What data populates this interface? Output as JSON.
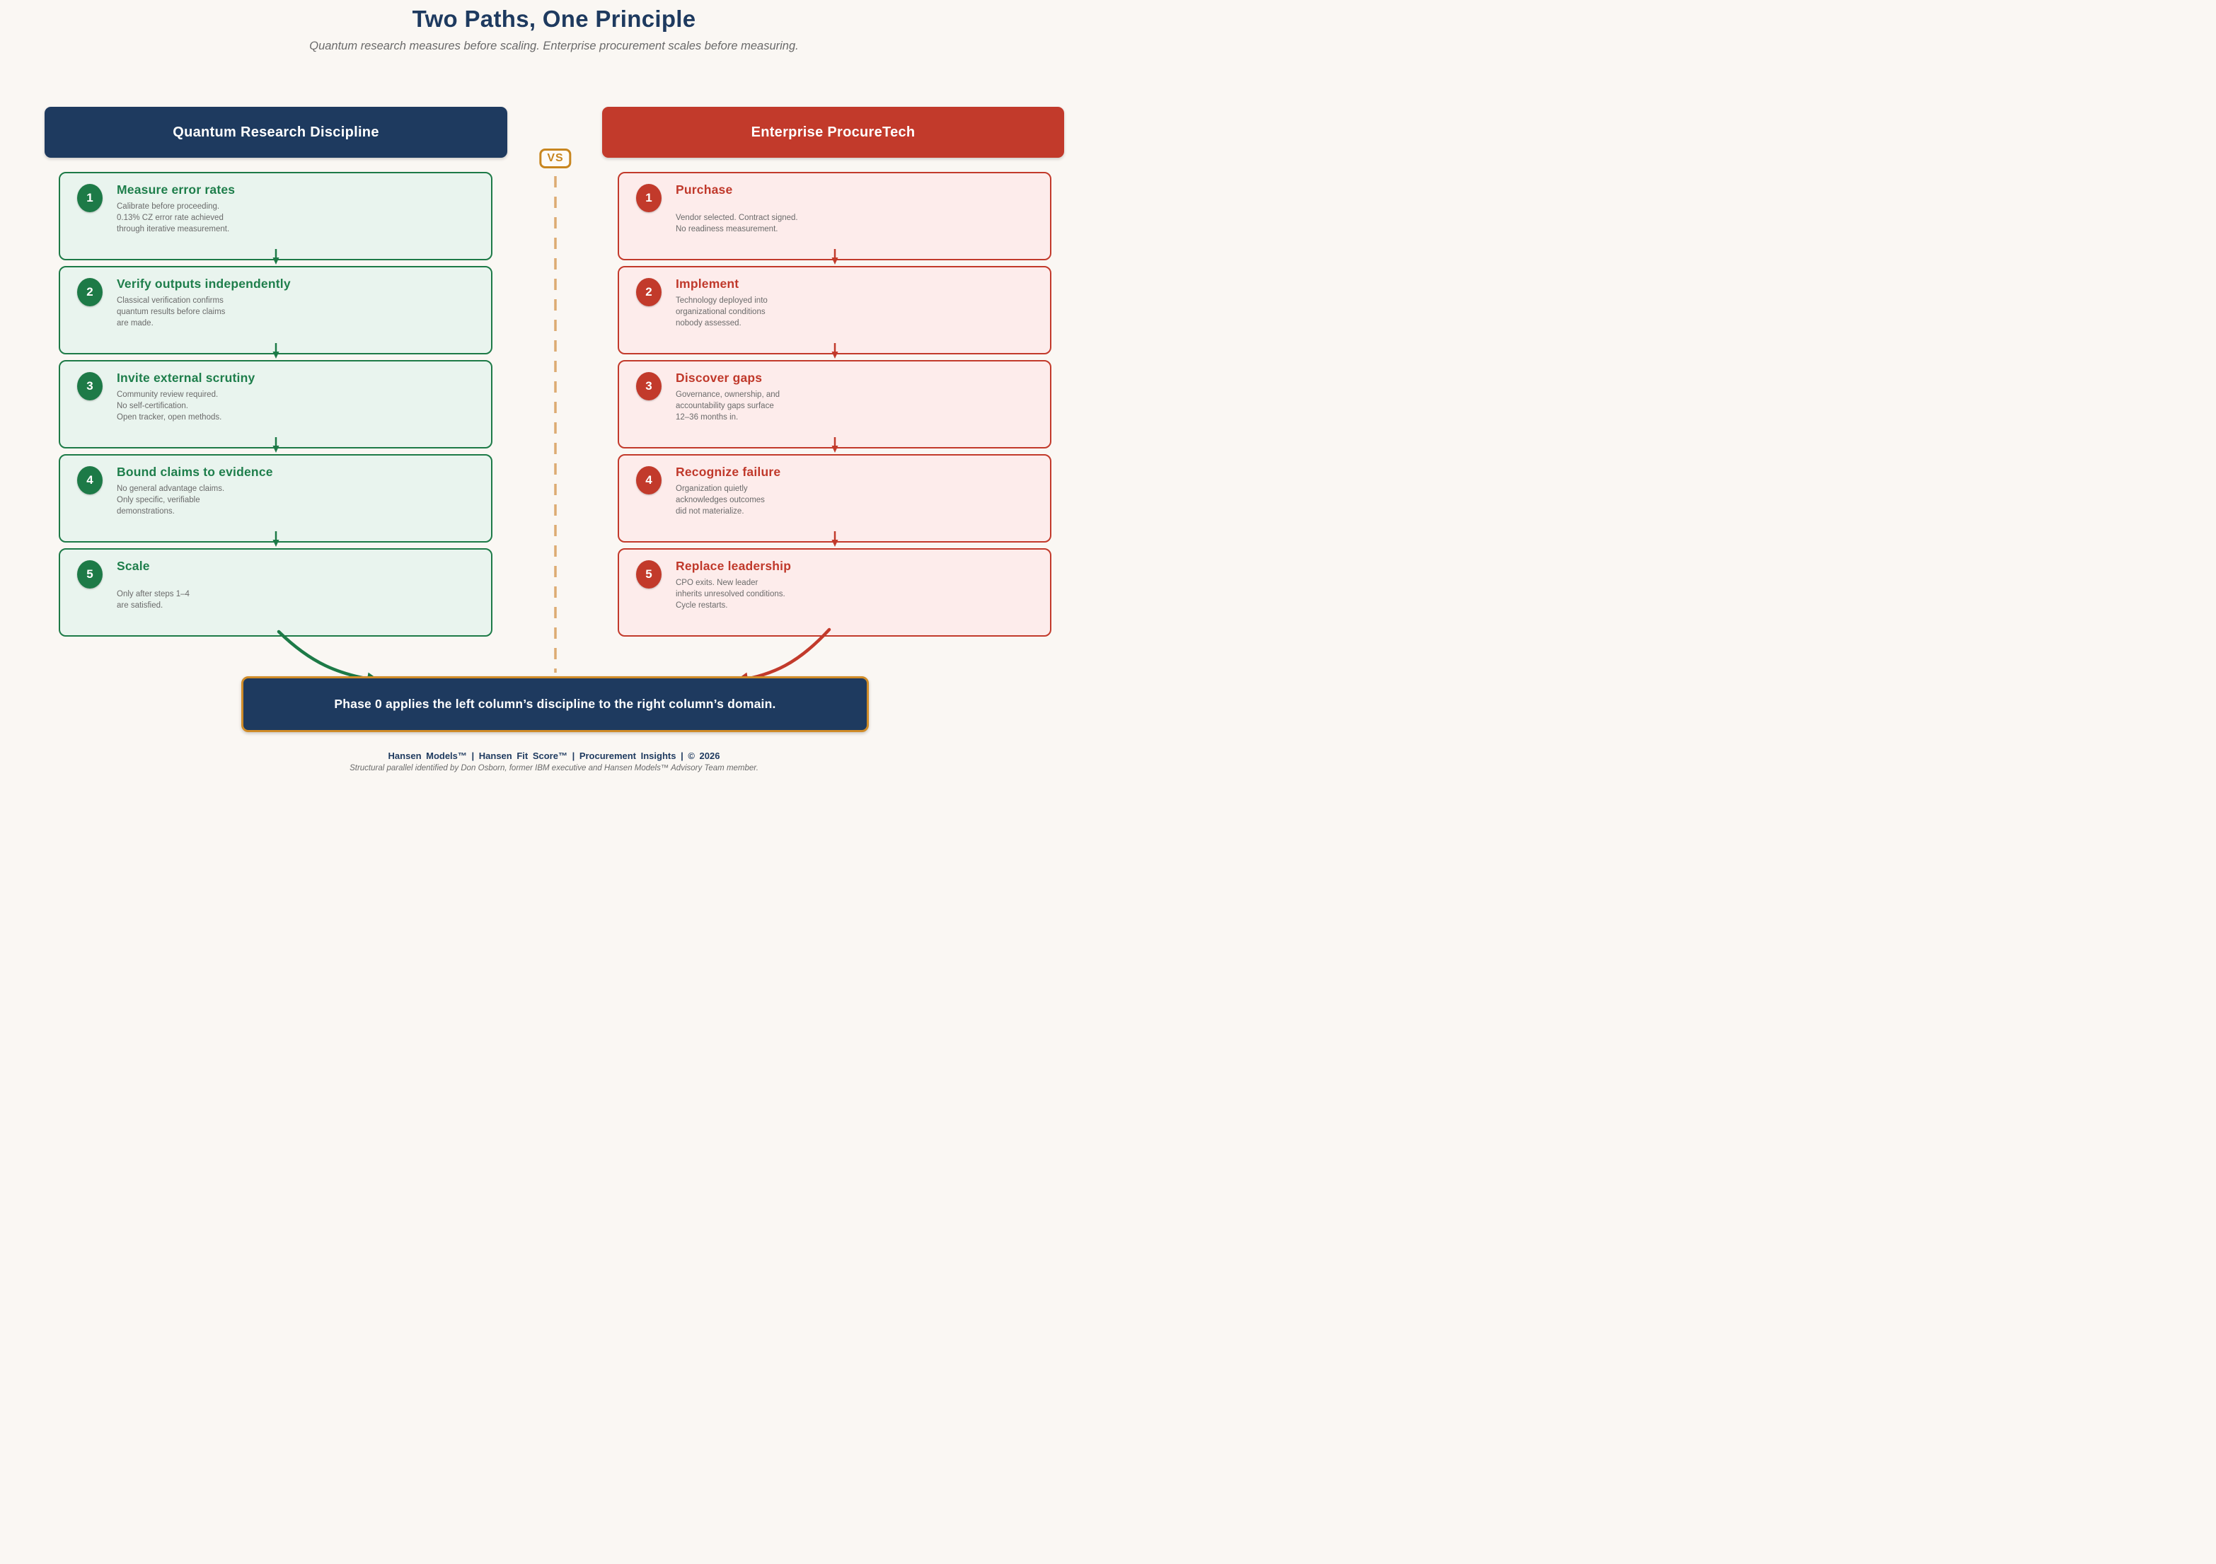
{
  "page": {
    "title": "Two Paths, One Principle",
    "subtitle": "Quantum research measures before scaling. Enterprise procurement scales before measuring."
  },
  "vs_label": "VS",
  "columns": {
    "left": {
      "header": "Quantum Research Discipline",
      "steps": [
        {
          "num": "1",
          "title": "Measure error rates",
          "body": "Calibrate before proceeding.\n0.13% CZ error rate achieved\nthrough iterative measurement."
        },
        {
          "num": "2",
          "title": "Verify outputs independently",
          "body": "Classical verification confirms\nquantum results before claims\nare made."
        },
        {
          "num": "3",
          "title": "Invite external scrutiny",
          "body": "Community review required.\nNo self-certification.\nOpen tracker, open methods."
        },
        {
          "num": "4",
          "title": "Bound claims to evidence",
          "body": "No general advantage claims.\nOnly specific, verifiable\ndemonstrations."
        },
        {
          "num": "5",
          "title": "Scale",
          "body": "\nOnly after steps 1–4\nare satisfied."
        }
      ]
    },
    "right": {
      "header": "Enterprise ProcureTech",
      "steps": [
        {
          "num": "1",
          "title": "Purchase",
          "body": "\nVendor selected. Contract signed.\nNo readiness measurement."
        },
        {
          "num": "2",
          "title": "Implement",
          "body": "Technology deployed into\norganizational conditions\nnobody assessed."
        },
        {
          "num": "3",
          "title": "Discover gaps",
          "body": "Governance, ownership, and\naccountability gaps surface\n12–36 months in."
        },
        {
          "num": "4",
          "title": "Recognize failure",
          "body": "Organization quietly\nacknowledges outcomes\ndid not materialize."
        },
        {
          "num": "5",
          "title": "Replace leadership",
          "body": "CPO exits. New leader\ninherits unresolved conditions.\nCycle restarts."
        }
      ]
    }
  },
  "conclusion": {
    "text": "Phase 0 applies the left column’s discipline to the right column’s domain."
  },
  "footer": {
    "line1": "Hansen Models™  |  Hansen Fit Score™  |  Procurement Insights  |  © 2026",
    "line2": "Structural parallel identified by Don Osborn, former IBM executive and Hansen Models™ Advisory Team member."
  },
  "icons": {
    "down_arrow": "↓",
    "green_flow_arrow": "curved-arrow-left-to-conclusion",
    "red_flow_arrow": "curved-arrow-right-to-conclusion"
  },
  "colors": {
    "navy": "#1e3a5f",
    "green_accent": "#1d7a47",
    "green_bg": "#e9f4ee",
    "red_accent": "#c23a2b",
    "red_bg": "#fdeceb",
    "orange_accent": "#c8861f",
    "orange_border": "#d08c28",
    "dash_tan": "#dcab72",
    "body_gray": "#6b6b6b",
    "page_bg": "#faf7f3"
  }
}
